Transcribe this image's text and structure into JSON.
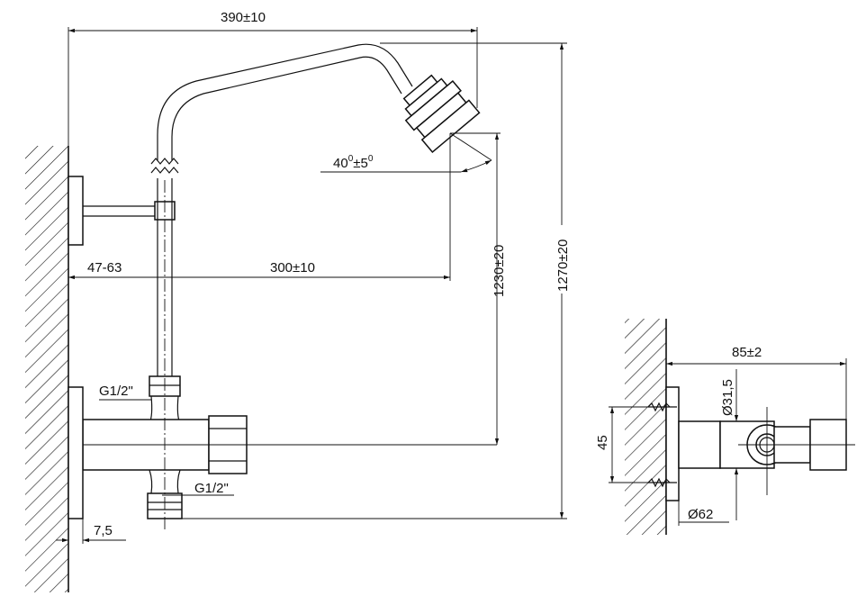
{
  "colors": {
    "line": "#111111",
    "background": "#ffffff"
  },
  "dimensions": {
    "arm_reach": "390±10",
    "head_angle": "40",
    "head_angle_deg_symbol": "0",
    "head_angle_tol": "±5",
    "head_angle_tol_deg_symbol": "0",
    "wall_range": "47-63",
    "head_offset": "300±10",
    "height_head": "1230±20",
    "height_total": "1270±20",
    "thread_top": "G1/2\"",
    "thread_bottom": "G1/2\"",
    "wall_gap": "7,5",
    "depth": "85±2",
    "diameter_small": "Ø31,5",
    "body_height": "45",
    "diameter_flange": "Ø62"
  }
}
